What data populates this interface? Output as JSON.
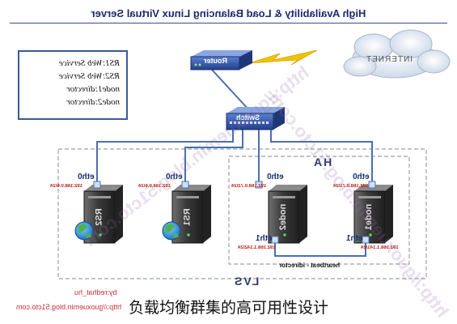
{
  "title": "High Availability & Load Balancing Linux Virtual Server",
  "legend": [
    "RS1:Web Service",
    "RS2:Web Service",
    "node1:director",
    "node2:director"
  ],
  "network": {
    "router_label": "Router",
    "internet_label": "INTERNET",
    "switch_label": "Switch"
  },
  "groups": {
    "ha_label": "HA",
    "lvs_label": "LVS",
    "heartbeat_label": "heartbeat - idirector"
  },
  "servers": [
    {
      "name": "RS2",
      "eth": "eth0",
      "ip": "192.168.0.6/24",
      "type": "real"
    },
    {
      "name": "RS1",
      "eth": "eth0",
      "ip": "192.168.0.6/24",
      "type": "real"
    },
    {
      "name": "node2",
      "eth": "eth0",
      "ip": "192.168.0.72/24",
      "eth1": "eth1",
      "ip1": "192.168.1.142/24",
      "type": "director"
    },
    {
      "name": "node1",
      "eth": "eth0",
      "ip": "192.168.0.71/24",
      "eth1": "eth1",
      "ip1": "192.168.1.141/24",
      "type": "director"
    }
  ],
  "credit": {
    "author": "by:redhat_hu",
    "site": "http://guoxuemin.blog.51cto.com"
  },
  "watermark": "http://guoxuemin.blog.51cto.com",
  "caption": "负载均衡群集的高可用性设计",
  "colors": {
    "title": "#1d2b6b",
    "ip": "#c0201a",
    "device": "#2f4fa8",
    "line": "#4b6fb0",
    "lightning": "#f2c200",
    "credit": "#c8303a"
  }
}
